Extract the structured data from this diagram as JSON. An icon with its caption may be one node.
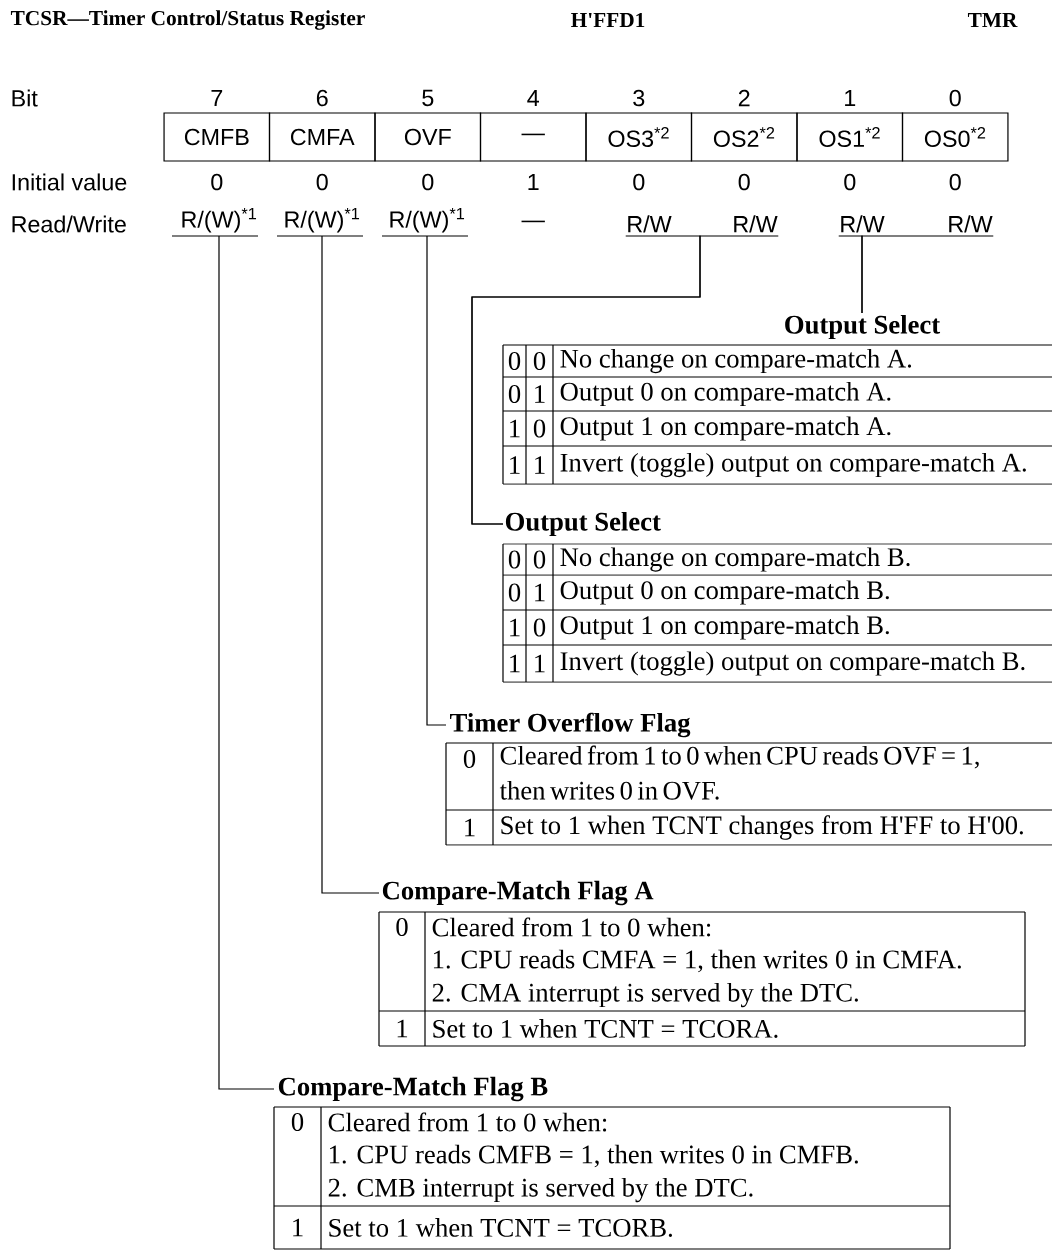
{
  "diagram": {
    "title": "TCSR—Timer Control/Status Register",
    "nodes": [
      {
        "text": [
          "CMFB"
        ]
      },
      {
        "text": [
          "CMFA"
        ]
      },
      {
        "text": [
          "OVF"
        ]
      },
      {
        "text": [
          "—"
        ]
      },
      {
        "text": [
          "OS3$^{*2}$"
        ]
      },
      {
        "text": [
          "OS2$^{*2}$"
        ]
      },
      {
        "text": [
          "OS1$^{*2}$"
        ]
      },
      {
        "text": [
          "OS0$^{*2}$"
        ]
      },
      {
        "text": [
          "R/(W)$^{*1}$"
        ]
      },
      {
        "text": [
          "R/(W)$^{*1}$"
        ]
      },
      {
        "text": [
          "R/(W)$^{*1}$"
        ]
      },
      {
        "text": [
          "R/W"
        ]
      },
      {
        "text": [
          "R/W"
        ]
      },
      {
        "text": [
          "R/W"
        ]
      },
      {
        "text": [
          "R/W"
        ]
      },
      {
        "text": [
          "Output Select",
          "0",
          "0",
          "No change on compare-match A.",
          "0",
          "1",
          "Output 0 on compare-match A.",
          "1",
          "0",
          "Output 1 on compare-match A.",
          "1",
          "1",
          "Invert (toggle) output on compare-match A."
        ]
      },
      {
        "text": [
          "Output Select",
          "0",
          "0",
          "No change on compare-match B.",
          "0",
          "1",
          "Output 0 on compare-match B.",
          "1",
          "0",
          "Output 1 on compare-match B.",
          "1",
          "1",
          "Invert (toggle) output on compare-match B."
        ]
      },
      {
        "text": [
          "Timer Overflow Flag",
          "0",
          "Cleared from 1 to 0 when CPU reads OVF = 1, then writes 0 in OVF.",
          "1",
          "Set to 1 when TCNT changes from H'FF to H'00."
        ]
      },
      {
        "text": [
          "Compare-Match Flag A",
          "0",
          "Cleared from 1 to 0 when:",
          "1. CPU reads CMFA = 1, then writes 0 in CMFA.",
          "2. CMA interrupt is served by the DTC.",
          "1",
          "Set to 1 when TCNT = TCORA."
        ]
      },
      {
        "text": [
          "Compare-Match Flag B",
          "0",
          "Cleared from 1 to 0 when:",
          "1. CPU reads CMFB = 1, then writes 0 in CMFB.",
          "2. CMB interrupt is served by the DTC.",
          "1",
          "Set to 1 when TCNT = TCORB."
        ]
      }
    ],
    "edges": [
      {
        "from": 8,
        "to": 19,
        "arrow": "none"
      },
      {
        "from": 9,
        "to": 18,
        "arrow": "none"
      },
      {
        "from": 10,
        "to": 17,
        "arrow": "none"
      },
      {
        "from": 11,
        "to": 16,
        "arrow": "none"
      },
      {
        "from": 12,
        "to": 16,
        "arrow": "none"
      },
      {
        "from": 13,
        "to": 15,
        "arrow": "none"
      },
      {
        "from": 14,
        "to": 15,
        "arrow": "none"
      }
    ],
    "labels": [
      "H'FFD1",
      "TMR",
      "Bit",
      "7",
      "6",
      "5",
      "4",
      "3",
      "2",
      "1",
      "0",
      "Initial value",
      "0",
      "0",
      "0",
      "1",
      "0",
      "0",
      "0",
      "0",
      "Read/Write",
      "—"
    ]
  }
}
